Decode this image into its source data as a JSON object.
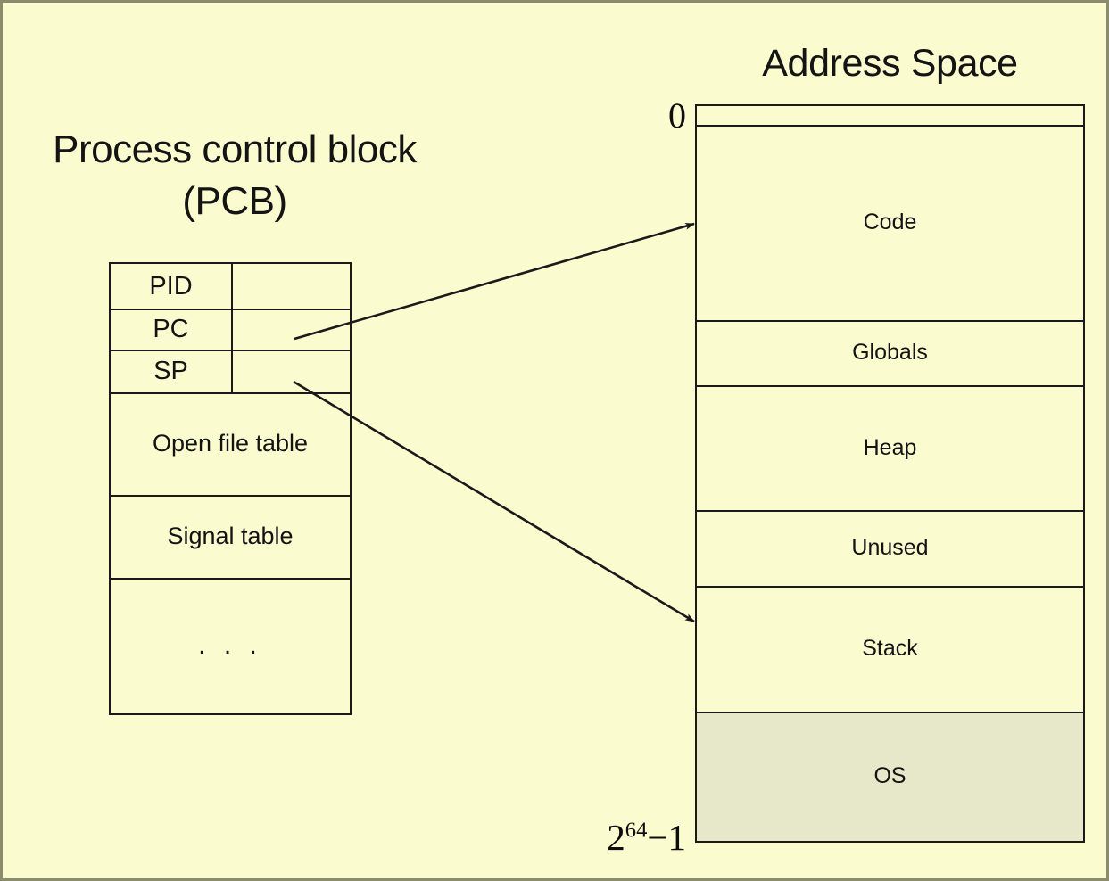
{
  "slide": {
    "background_color": "#fbfbd0",
    "border_color": "#8b8b6e",
    "ink_color": "#1a1a1a"
  },
  "pcb": {
    "title": "Process control block\n(PCB)",
    "rows": [
      {
        "label": "PID",
        "value": "",
        "kind": "register"
      },
      {
        "label": "PC",
        "value": "",
        "kind": "register"
      },
      {
        "label": "SP",
        "value": "",
        "kind": "register"
      },
      {
        "label": "Open file table",
        "kind": "full"
      },
      {
        "label": "Signal table",
        "kind": "full"
      },
      {
        "label": ". . .",
        "kind": "full"
      }
    ]
  },
  "address_space": {
    "title": "Address Space",
    "top_address_label": "0",
    "bottom_address_base": "2",
    "bottom_address_exponent": "64",
    "bottom_address_suffix": "−1",
    "bottom_address_label": "2⁶⁴−1",
    "segments": [
      {
        "name": "",
        "shaded": false
      },
      {
        "name": "Code",
        "shaded": false
      },
      {
        "name": "Globals",
        "shaded": false
      },
      {
        "name": "Heap",
        "shaded": false
      },
      {
        "name": "Unused",
        "shaded": false
      },
      {
        "name": "Stack",
        "shaded": false
      },
      {
        "name": "OS",
        "shaded": true,
        "shade_color": "#e7e8ca"
      }
    ]
  },
  "arrows": [
    {
      "name": "pc-to-code",
      "from_field": "PC",
      "to_segment": "Code"
    },
    {
      "name": "sp-to-stack",
      "from_field": "SP",
      "to_segment": "Stack"
    }
  ]
}
